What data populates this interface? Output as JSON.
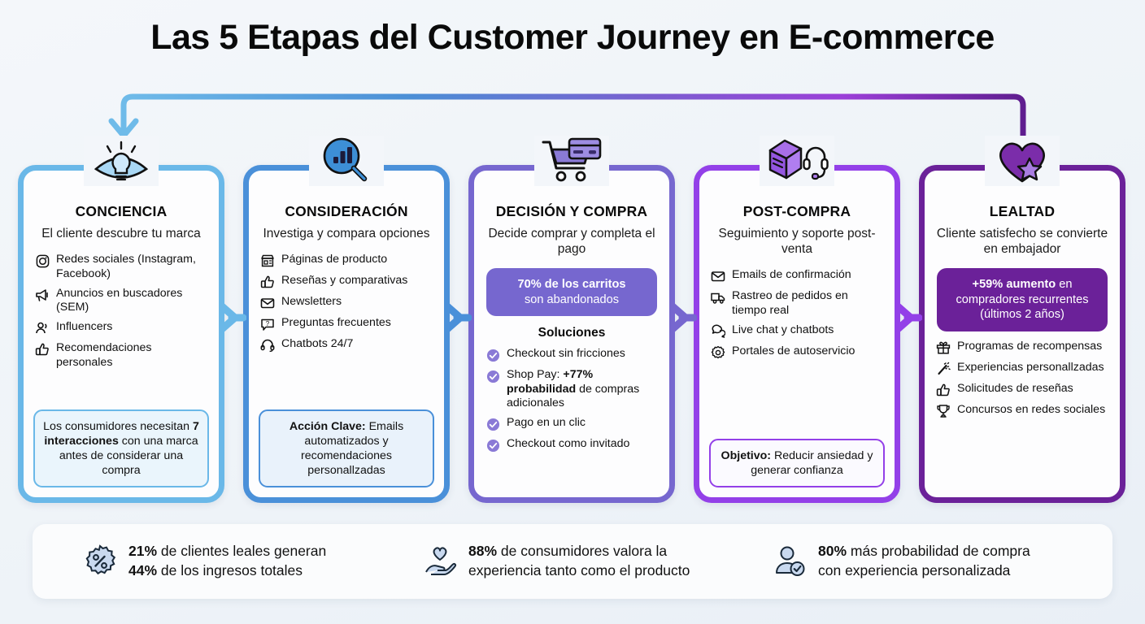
{
  "title": "Las 5 Etapas del Customer Journey en E-commerce",
  "theme": {
    "background": "#f0f4f8",
    "card_colors": [
      "#6ab8e8",
      "#4a90d9",
      "#7667cf",
      "#9340e8",
      "#6b2199"
    ],
    "loop_gradient_start": "#6ab8e8",
    "loop_gradient_end": "#6b2199"
  },
  "stages": [
    {
      "name": "CONCIENCIA",
      "subtitle": "El cliente descubre tu marca",
      "accent": "#6ab8e8",
      "header_icon": "eye-lightbulb-icon",
      "bullets": [
        {
          "icon": "instagram-icon",
          "text": "Redes sociales (Instagram, Facebook)"
        },
        {
          "icon": "megaphone-icon",
          "text": "Anuncios en buscadores (SEM)"
        },
        {
          "icon": "users-icon",
          "text": "Influencers"
        },
        {
          "icon": "thumbs-up-icon",
          "text": "Recomendaciones personales"
        }
      ],
      "note": {
        "lead": "",
        "text": "Los consumidores necesitan ",
        "bold": "7 interacciones",
        "tail": " con una marca antes de considerar una compra"
      }
    },
    {
      "name": "CONSIDERACIÓN",
      "subtitle": "Investiga y compara opciones",
      "accent": "#4a90d9",
      "header_icon": "chart-magnifier-icon",
      "bullets": [
        {
          "icon": "storefront-icon",
          "text": "Páginas de producto"
        },
        {
          "icon": "thumbs-up-icon",
          "text": "Reseñas y comparativas"
        },
        {
          "icon": "envelope-icon",
          "text": "Newsletters"
        },
        {
          "icon": "question-chat-icon",
          "text": "Preguntas frecuentes"
        },
        {
          "icon": "headset-icon",
          "text": "Chatbots 24/7"
        }
      ],
      "note": {
        "lead": "",
        "text": "",
        "bold": "Acción Clave:",
        "tail": " Emails automatizados y recomendaciones personallzadas"
      }
    },
    {
      "name": "DECISIÓN Y COMPRA",
      "subtitle": "Decide comprar y completa el pago",
      "accent": "#7667cf",
      "header_icon": "shopping-cart-card-icon",
      "pill": {
        "bold": "70% de los carritos",
        "rest": "son abandonados",
        "bg": "#7667cf"
      },
      "solutions_heading": "Soluciones",
      "bullets": [
        {
          "icon": "check-circle-icon",
          "text": "Checkout sin fricciones"
        },
        {
          "icon": "check-circle-icon",
          "text": "Shop Pay: ",
          "bold": "+77% probabilidad",
          "tail": " de compras adicionales"
        },
        {
          "icon": "check-circle-icon",
          "text": "Pago en un clic"
        },
        {
          "icon": "check-circle-icon",
          "text": "Checkout como invitado"
        }
      ]
    },
    {
      "name": "POST-COMPRA",
      "subtitle": "Seguimiento y soporte post-venta",
      "accent": "#9340e8",
      "header_icon": "box-headset-icon",
      "bullets": [
        {
          "icon": "envelope-icon",
          "text": "Emails de confirmación"
        },
        {
          "icon": "truck-icon",
          "text": "Rastreo de pedidos en tiempo real"
        },
        {
          "icon": "chat-bubbles-icon",
          "text": "Live chat y chatbots"
        },
        {
          "icon": "gear-icon",
          "text": "Portales de autoservicio"
        }
      ],
      "note": {
        "lead": "",
        "text": "",
        "bold": "Objetivo:",
        "tail": " Reducir ansiedad y generar confianza"
      }
    },
    {
      "name": "LEALTAD",
      "subtitle": "Cliente satisfecho se convierte en embajador",
      "accent": "#6b2199",
      "header_icon": "heart-star-icon",
      "pill": {
        "bold": "+59% aumento",
        "rest2": " en compradores recurrentes (últimos 2 años)",
        "bg": "#6b2199"
      },
      "bullets": [
        {
          "icon": "gift-icon",
          "text": "Programas de recompensas"
        },
        {
          "icon": "magic-wand-icon",
          "text": "Experiencias personallzadas"
        },
        {
          "icon": "thumbs-up-icon",
          "text": "Solicitudes de reseñas"
        },
        {
          "icon": "trophy-icon",
          "text": "Concursos en redes sociales"
        }
      ]
    }
  ],
  "footer_stats": [
    {
      "icon": "percent-badge-icon",
      "line1_bold": "21%",
      "line1_rest": " de clientes leales generan",
      "line2_bold": "44%",
      "line2_rest": " de los ingresos totales"
    },
    {
      "icon": "heart-hand-icon",
      "line1_bold": "88%",
      "line1_rest": " de consumidores valora la",
      "line2_bold": "",
      "line2_rest": "experiencia tanto como el producto"
    },
    {
      "icon": "user-check-icon",
      "line1_bold": "80%",
      "line1_rest": " más probabilidad de compra",
      "line2_bold": "",
      "line2_rest": "con experiencia personalizada"
    }
  ]
}
